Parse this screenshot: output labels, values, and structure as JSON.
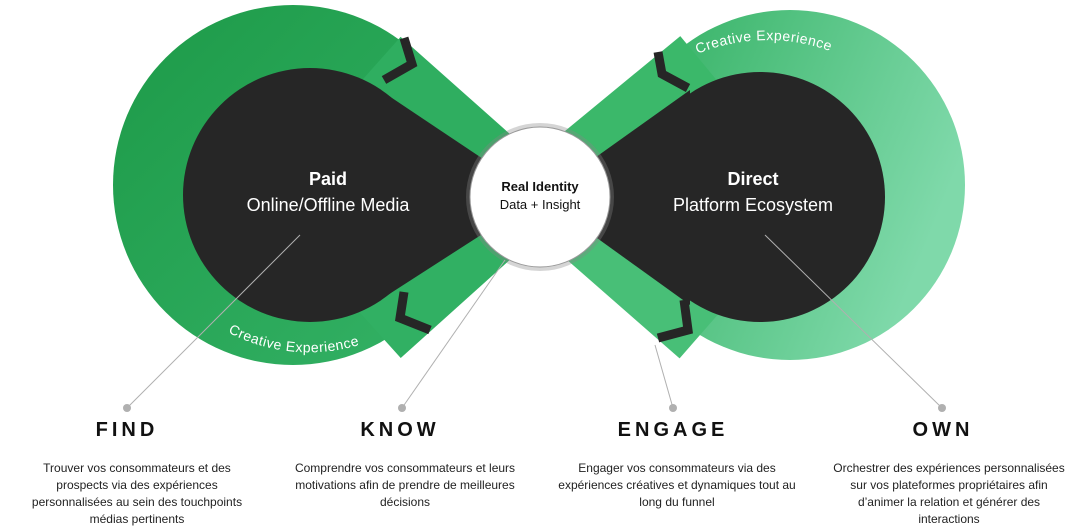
{
  "center": {
    "title": "Real Identity",
    "subtitle": "Data + Insight"
  },
  "left": {
    "title": "Paid",
    "subtitle": "Online/Offline Media",
    "arc_label": "Creative Experience"
  },
  "right": {
    "title": "Direct",
    "subtitle": "Platform Ecosystem",
    "arc_label": "Creative Experience"
  },
  "stages": [
    {
      "title": "FIND",
      "description": "Trouver vos consommateurs et des prospects via des expériences personnalisées au sein des touchpoints médias pertinents"
    },
    {
      "title": "KNOW",
      "description": "Comprendre vos consommateurs et leurs motivations afin de prendre de meilleures décisions"
    },
    {
      "title": "ENGAGE",
      "description": "Engager vos consommateurs via des expériences créatives et dynamiques tout au long du funnel"
    },
    {
      "title": "OWN",
      "description": "Orchestrer des expériences personnalisées sur vos plateformes propriétaires afin d’animer la relation et générer des interactions"
    }
  ],
  "colors": {
    "green_dark": "#1e9c4b",
    "green_light": "#78d6a6",
    "core": "#262626",
    "pointer": "#b0b0b0"
  }
}
